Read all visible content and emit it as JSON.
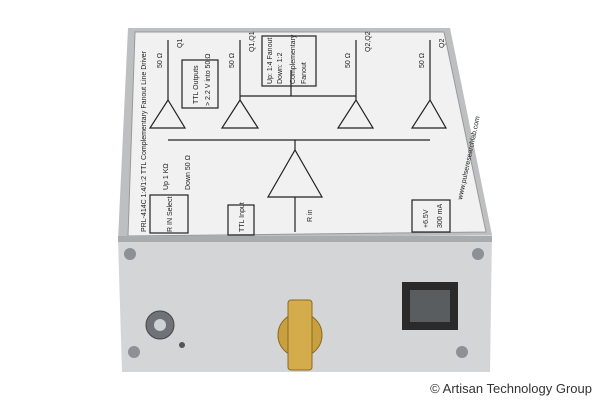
{
  "label": {
    "title": "PRL-414C 1:4/1:2 TTL Complementary Fanout Line Driver",
    "rin_select": "R IN Select",
    "up": "Up 1 KΩ",
    "down": "Down 50 Ω",
    "ttl_outputs": "TTL Outputs",
    "ttl_outputs_spec": "> 2.2 V into 50 Ω",
    "fanout_up": "Up: 1:4 Fanout",
    "fanout_down": "Down: 1:2",
    "fanout_comp": "Complementary",
    "fanout_word": "Fanout",
    "ttl_input": "TTL Input",
    "rin": "R in",
    "power_v": "+6.5V",
    "power_a": "300 mA",
    "url": "www.pulseresearchlab.com",
    "res": "50 Ω",
    "out_q1": "Q1",
    "out_q1q1": "Q1,Q1",
    "out_q2q2": "Q2,Q2",
    "out_q2": "Q2"
  },
  "watermark": "© Artisan Technology Group",
  "colors": {
    "metal": "#c9cbcd",
    "label": "#f2f2f2",
    "gold": "#c9a040"
  }
}
